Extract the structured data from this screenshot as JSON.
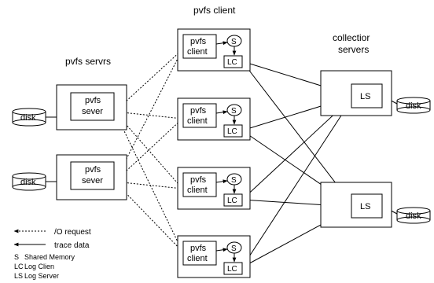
{
  "section_titles": {
    "clients": "pvfs client",
    "servers": "pvfs servrs",
    "collection_line1": "collectior",
    "collection_line2": "servers"
  },
  "labels": {
    "pvfs_server_line1": "pvfs",
    "pvfs_server_line2": "sever",
    "pvfs_client_line1": "pvfs",
    "pvfs_client_line2": "client",
    "shared_memory_short": "S",
    "log_client_short": "LC",
    "log_server_short": "LS",
    "disk": "disk"
  },
  "legend": {
    "io_request": "/O request",
    "trace_data": "trace data",
    "items": [
      {
        "abbr": "S",
        "text": "Shared Memory"
      },
      {
        "abbr": "LC",
        "text": "Log Clien"
      },
      {
        "abbr": "LS",
        "text": "Log Server"
      }
    ]
  },
  "colors": {
    "stroke": "#000000",
    "background": "#ffffff"
  }
}
